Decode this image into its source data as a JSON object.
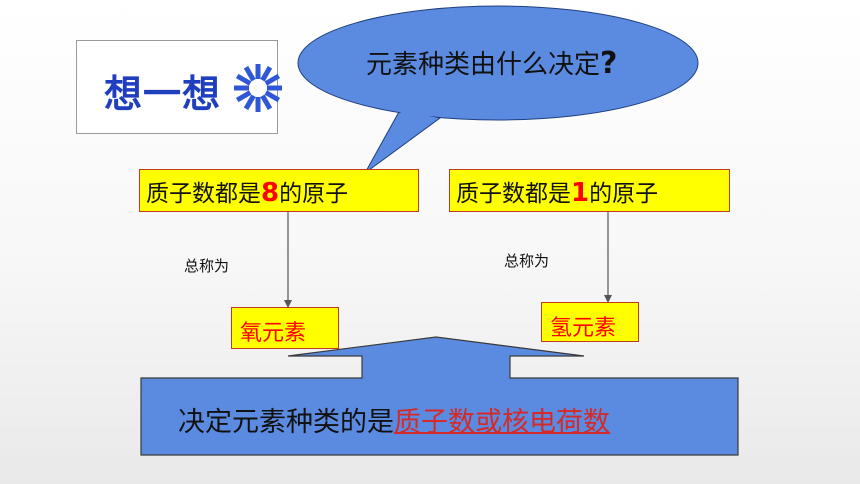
{
  "think": {
    "text": "想一想"
  },
  "bubble": {
    "question": "元素种类由什么决定",
    "qmark": "?"
  },
  "left_group": {
    "label_prefix": "质子数都是",
    "label_number": "8",
    "label_suffix": "的原子",
    "called": "总称为",
    "element": "氧元素"
  },
  "right_group": {
    "label_prefix": "质子数都是",
    "label_number": "1",
    "label_suffix": "的原子",
    "called": "总称为",
    "element": "氢元素"
  },
  "conclusion": {
    "prefix": "决定元素种类的是",
    "highlight": "质子数或核电荷数"
  },
  "colors": {
    "bubble_fill": "#5b8be0",
    "box_fill": "#ffff00",
    "box_border": "#c23a1c",
    "number_red": "#ff0000",
    "think_blue": "#1f3fbf",
    "conclusion_fill": "#5b8be0",
    "highlight_red": "#d42a2a"
  },
  "icons": {
    "sparkle": "spinning-sparkle-icon"
  }
}
